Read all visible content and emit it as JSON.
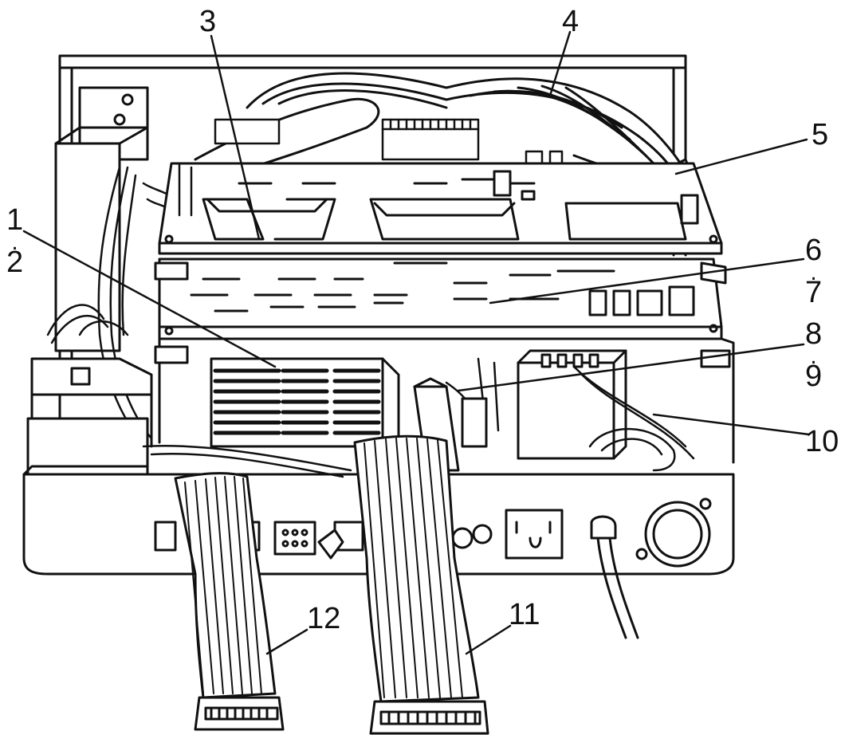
{
  "figure": {
    "ink_color": "#111111",
    "paper_color": "#ffffff",
    "subject": "cutaway line drawing of an electronics chassis with stacked circuit boards and ribbon cables"
  },
  "callouts": [
    {
      "id": "c1",
      "top": "1",
      "sep": ".",
      "bottom": "2"
    },
    {
      "id": "c3",
      "text": "3"
    },
    {
      "id": "c4",
      "text": "4"
    },
    {
      "id": "c5",
      "text": "5"
    },
    {
      "id": "c6",
      "top": "6",
      "sep": ".",
      "bottom": "7"
    },
    {
      "id": "c8",
      "top": "8",
      "sep": ".",
      "bottom": "9"
    },
    {
      "id": "c10",
      "text": "10"
    },
    {
      "id": "c11",
      "text": "11"
    },
    {
      "id": "c12",
      "text": "12"
    }
  ],
  "icons": {
    "chassis": "chassis-drawing",
    "ribbon": "ribbon-cable-icon",
    "connector": "connector-icon",
    "outlet": "power-outlet-icon"
  }
}
